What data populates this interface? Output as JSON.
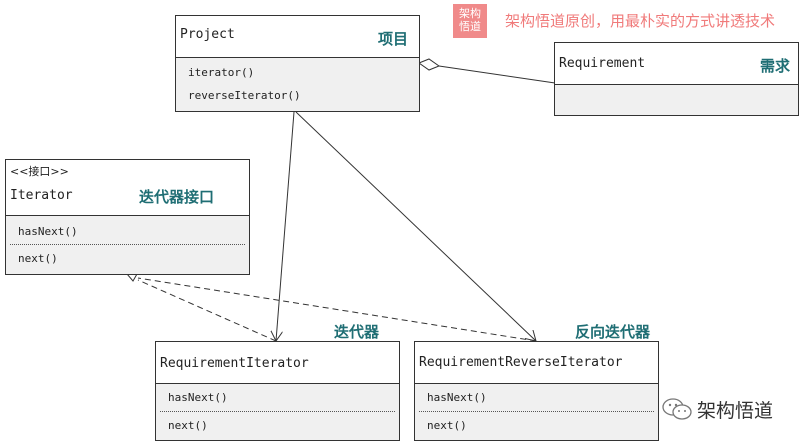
{
  "watermark": {
    "stamp_line1": "架构",
    "stamp_line2": "悟道",
    "tagline": "架构悟道原创，用最朴实的方式讲透技术",
    "brand": "架构悟道"
  },
  "classes": {
    "project": {
      "name": "Project",
      "cn": "项目",
      "methods": [
        "iterator()",
        "reverseIterator()"
      ]
    },
    "requirement": {
      "name": "Requirement",
      "cn": "需求",
      "methods": []
    },
    "iterator": {
      "stereotype": "<<接口>>",
      "name": "Iterator",
      "cn": "迭代器接口",
      "methods": [
        "hasNext()",
        "next()"
      ]
    },
    "req_iterator": {
      "name": "RequirementIterator",
      "cn": "迭代器",
      "methods": [
        "hasNext()",
        "next()"
      ]
    },
    "req_reverse_iterator": {
      "name": "RequirementReverseIterator",
      "cn": "反向迭代器",
      "methods": [
        "hasNext()",
        "next()"
      ]
    }
  }
}
